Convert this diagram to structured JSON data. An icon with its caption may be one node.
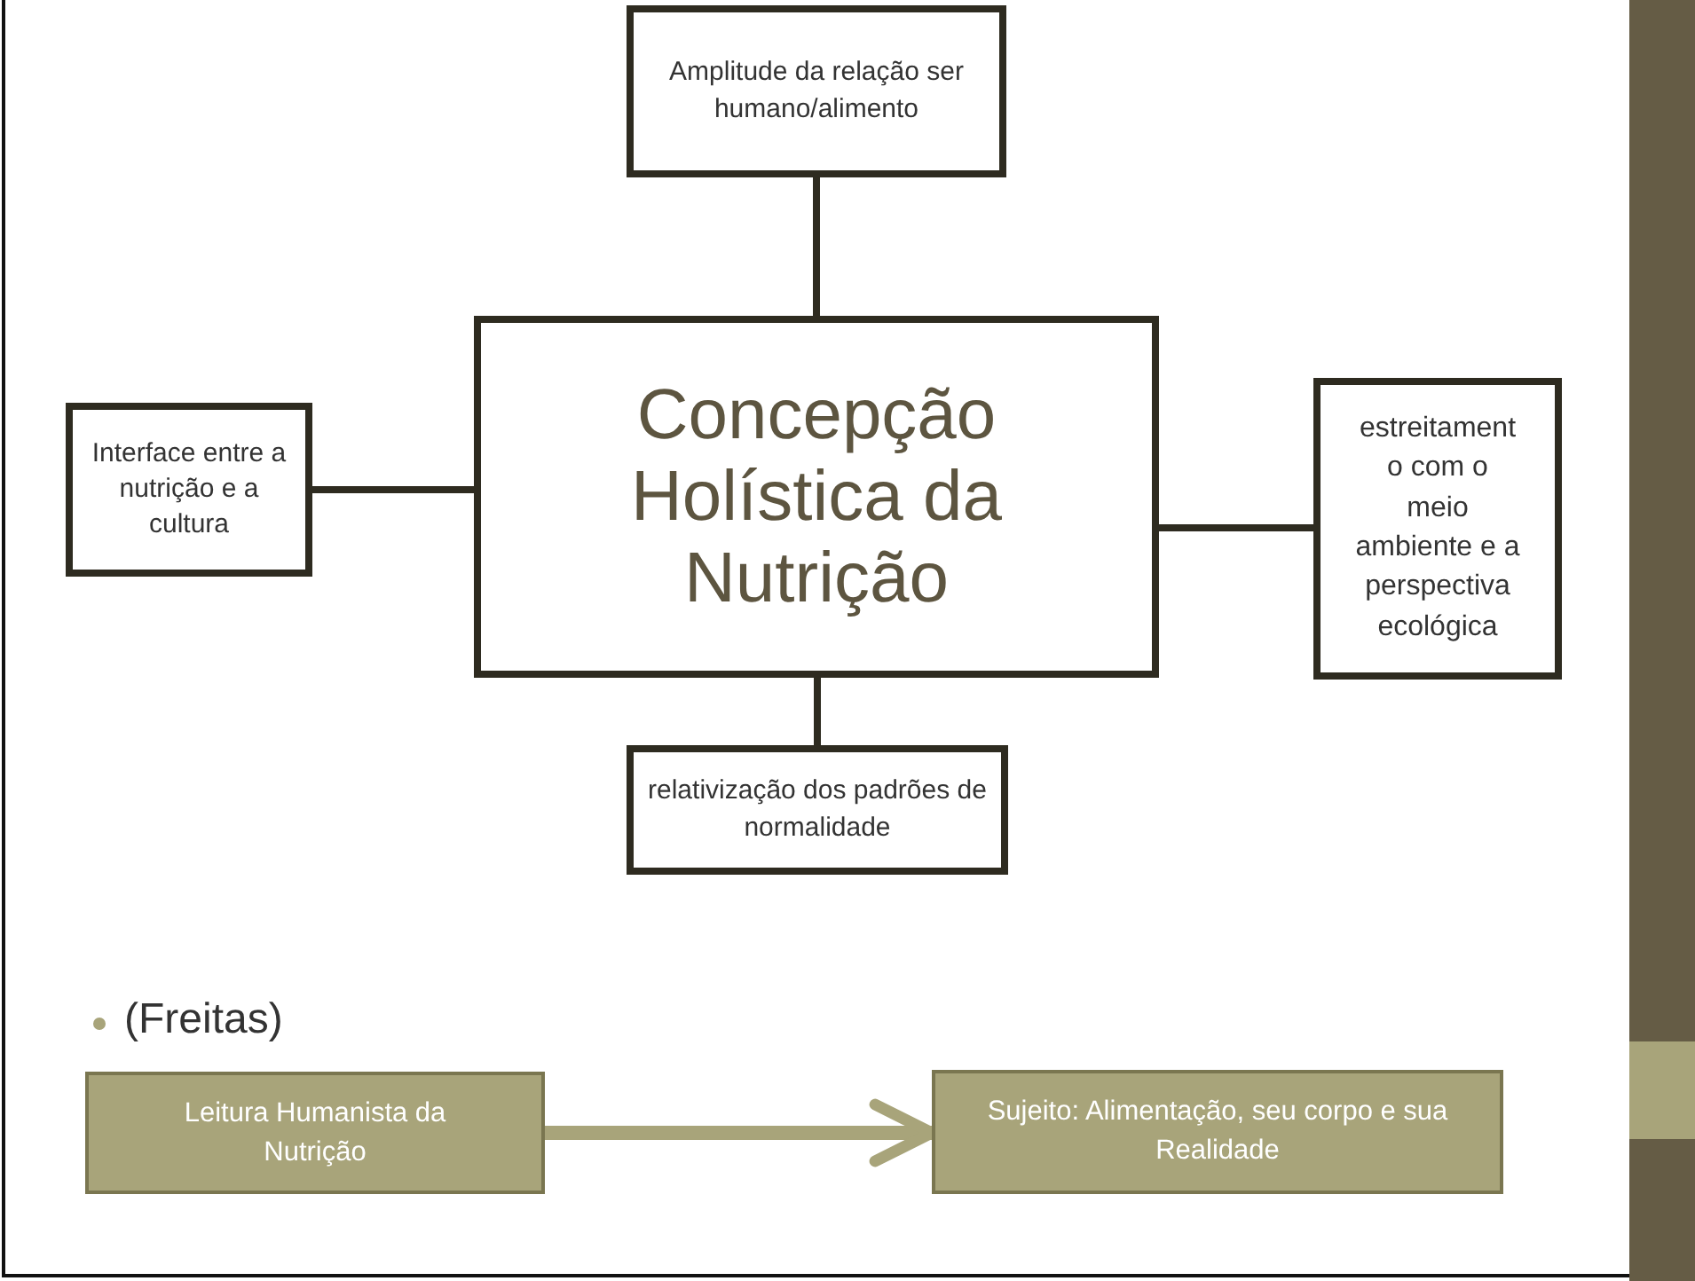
{
  "diagram": {
    "nodes": [
      {
        "text": [
          "Concepção Holística da Nutrição"
        ]
      },
      {
        "text": [
          "Amplitude da relação ser humano/alimento"
        ]
      },
      {
        "text": [
          "Interface entre a nutrição e a cultura"
        ]
      },
      {
        "text": [
          "estreitamento com o meio ambiente e a perspectiva ecológica"
        ]
      },
      {
        "text": [
          "relativização dos padrões de normalidade"
        ]
      },
      {
        "text": [
          "Leitura Humanista da Nutrição"
        ]
      },
      {
        "text": [
          "Sujeito: Alimentação, seu corpo e sua Realidade"
        ]
      }
    ],
    "edges": [
      {
        "from": 0,
        "to": 1,
        "arrow": "none"
      },
      {
        "from": 2,
        "to": 0,
        "arrow": "none"
      },
      {
        "from": 0,
        "to": 3,
        "arrow": "none"
      },
      {
        "from": 0,
        "to": 4,
        "arrow": "none"
      },
      {
        "from": 5,
        "to": 6,
        "arrow": "to",
        "style": "thick",
        "color": "#a8a47a"
      }
    ],
    "labels": [
      "(Freitas)"
    ]
  }
}
